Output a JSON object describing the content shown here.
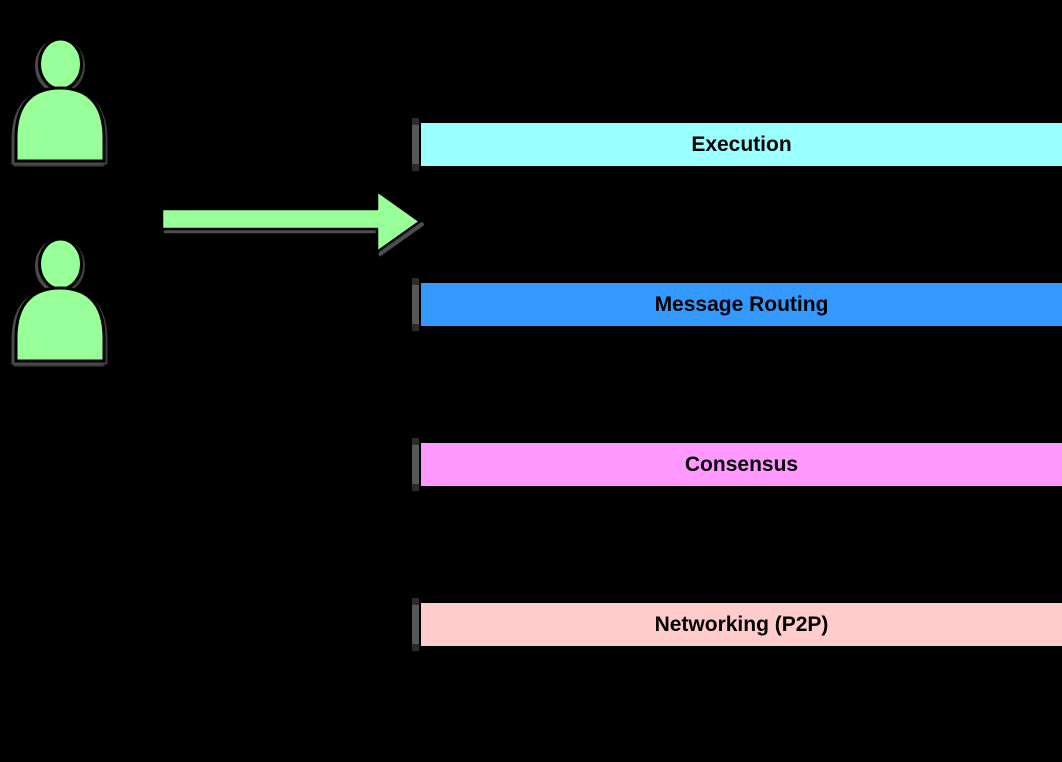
{
  "diagram": {
    "background_color": "#000000",
    "actors": [
      {
        "icon": "person-icon",
        "color": "#99FF99"
      },
      {
        "icon": "person-icon",
        "color": "#99FF99"
      }
    ],
    "arrow": {
      "icon": "arrow-right-icon",
      "direction": "right",
      "color": "#99FF99"
    },
    "layers": [
      {
        "label": "Execution",
        "color": "#99FFFF",
        "text_color": "#000000"
      },
      {
        "label": "Message Routing",
        "color": "#3399FF",
        "text_color": "#000000"
      },
      {
        "label": "Consensus",
        "color": "#FF99FF",
        "text_color": "#000000"
      },
      {
        "label": "Networking (P2P)",
        "color": "#FFCCCC",
        "text_color": "#000000"
      }
    ],
    "tick_color": "#57575A",
    "outline_color": "#000000"
  }
}
